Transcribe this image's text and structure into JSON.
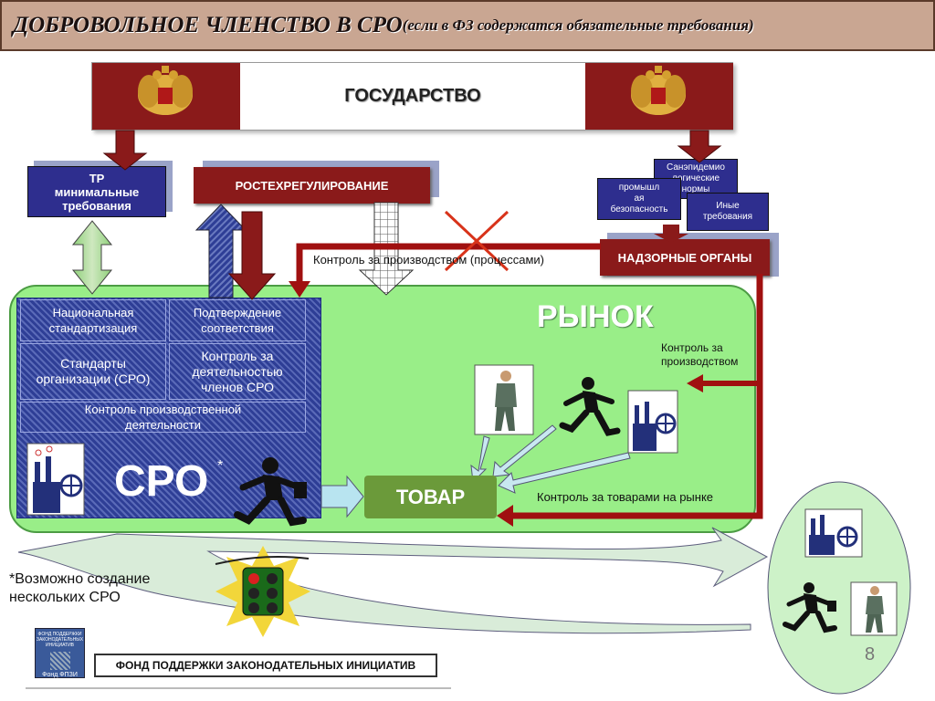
{
  "header": {
    "title": "ДОБРОВОЛЬНОЕ ЧЛЕНСТВО В СРО",
    "subtitle": "(если в ФЗ содержатся обязательные требования)"
  },
  "state": {
    "label": "ГОСУДАРСТВО"
  },
  "tr_box": {
    "label": "ТР\nминимальные\nтребования"
  },
  "rostekh": {
    "label": "РОСТЕХРЕГУЛИРОВАНИЕ"
  },
  "sanepid": {
    "label": "Санэпидемио\nлогические\nнормы"
  },
  "prom": {
    "label": "промышл\nая\nбезопасность"
  },
  "other_req": {
    "label": "Иные\nтребования"
  },
  "supervisory": {
    "label": "НАДЗОРНЫЕ ОРГАНЫ"
  },
  "production_control_process": "Контроль за производством (процессами)",
  "market": {
    "label": "РЫНОК"
  },
  "market_production_control": "Контроль за\nпроизводством",
  "goods_control": "Контроль за товарами на рынке",
  "sro_grid": {
    "national_std": "Национальная\nстандартизация",
    "conformity": "Подтверждение\nсоответствия",
    "org_std": "Стандарты\nорганизации (СРО)",
    "member_control": "Контроль за\nдеятельностью\nчленов СРО",
    "production_activity": "Контроль производственной\nдеятельности"
  },
  "sro": {
    "label": "СРО",
    "mark": "*"
  },
  "goods": {
    "label": "ТОВАР"
  },
  "footnote": "*Возможно создание\nнескольких СРО",
  "logo": {
    "text": "ФОНД ПОДДЕРЖКИ\nЗАКОНОДАТЕЛЬНЫХ\nИНИЦИАТИВ",
    "caption": "Фонд ФПЗИ"
  },
  "fund_banner": "ФОНД ПОДДЕРЖКИ ЗАКОНОДАТЕЛЬНЫХ ИНИЦИАТИВ",
  "page_number": "8",
  "colors": {
    "title_bg": "#c9a692",
    "dark_red": "#8a1a1a",
    "navy": "#2e2e8e",
    "market_green": "#99ee88",
    "goods_green": "#6b9a3a",
    "arrow_red": "#a01010"
  },
  "icons": [
    "coat-of-arms-icon",
    "factory-globe-icon",
    "running-businessman-icon",
    "businessman-phone-icon",
    "traffic-light-icon"
  ]
}
